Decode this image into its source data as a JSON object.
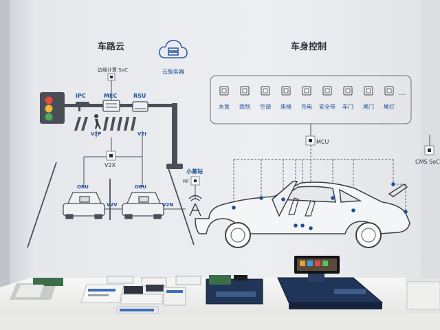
{
  "left_panel": {
    "title": "车路云",
    "cloud_label": "云服务器",
    "soc_label": "边缘计算 SoC",
    "ipc": "IPC",
    "mec": "MEC",
    "rsu": "RSU",
    "v2p": "V2P",
    "v2i": "V2I",
    "v2x": "V2X",
    "obu_left": "OBU",
    "obu_right": "OBU",
    "v2v": "V2V",
    "v2n": "V2N",
    "small_base_station": "小基站",
    "rf": "RF"
  },
  "right_panel": {
    "title": "车身控制",
    "modules": [
      "水泵",
      "雨刮",
      "空调",
      "座椅",
      "充电",
      "安全带",
      "车门",
      "尾门",
      "尾灯"
    ],
    "more": "....",
    "mcu_label": "MCU",
    "cms_label": "CMS SoC"
  },
  "colors": {
    "wall": "#e8eaee",
    "table": "#f3f3f1",
    "line": "#4a4f58",
    "accent_blue": "#1f5fb8",
    "board_dark": "#1c2e4f"
  }
}
